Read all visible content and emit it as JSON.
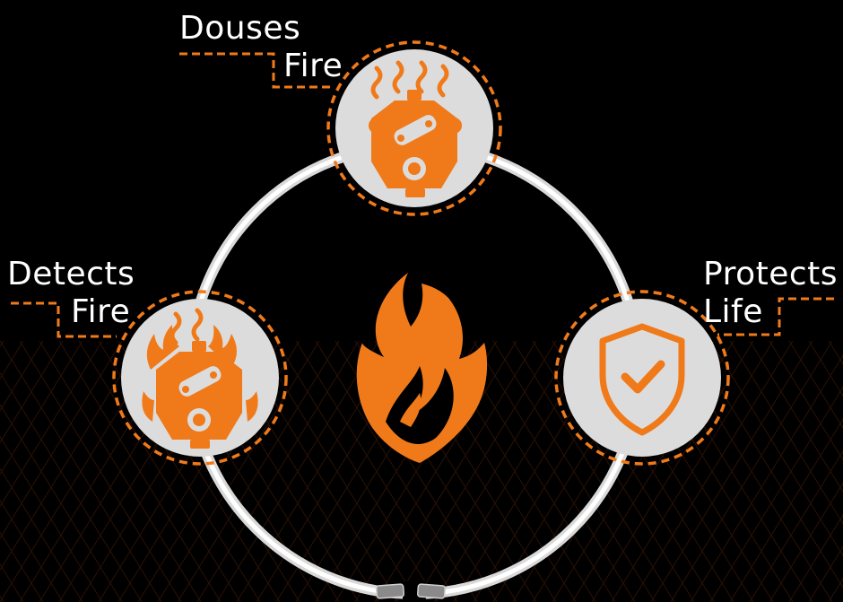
{
  "labels": {
    "douses": {
      "line1": "Douses",
      "line2": "Fire"
    },
    "detects": {
      "line1": "Detects",
      "line2": "Fire"
    },
    "protects": {
      "line1": "Protects",
      "line2": "Life"
    }
  },
  "icons": {
    "top": "engine-steam-icon",
    "left": "engine-fire-icon",
    "right": "shield-check-icon",
    "center": "flame-shield-logo"
  },
  "colors": {
    "background": "#000000",
    "accent": "#f07a1a",
    "circle_fill": "#dcdcdc",
    "ring": "#f2f2f2",
    "text": "#ffffff"
  }
}
